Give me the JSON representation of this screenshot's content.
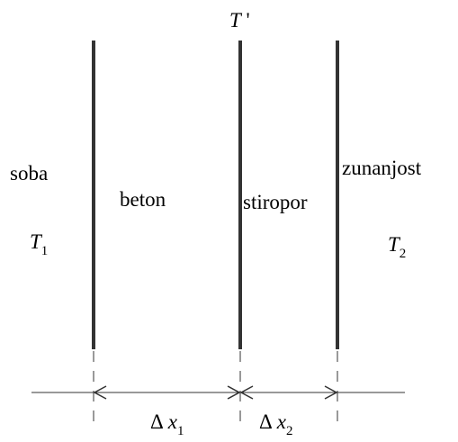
{
  "diagram": {
    "interface_label": {
      "base": "T",
      "suffix": " '"
    },
    "regions": {
      "room": "soba",
      "concrete": "beton",
      "styrofoam": "stiropor",
      "outside": "zunanjost"
    },
    "temperatures": {
      "room": {
        "base": "T",
        "sub": "1"
      },
      "outside": {
        "base": "T",
        "sub": "2"
      }
    },
    "thicknesses": {
      "concrete": {
        "delta": "Δ",
        "var": "x",
        "sub": "1"
      },
      "styrofoam": {
        "delta": "Δ",
        "var": "x",
        "sub": "2"
      }
    },
    "colors": {
      "line": "#333333",
      "text": "#000000"
    }
  }
}
